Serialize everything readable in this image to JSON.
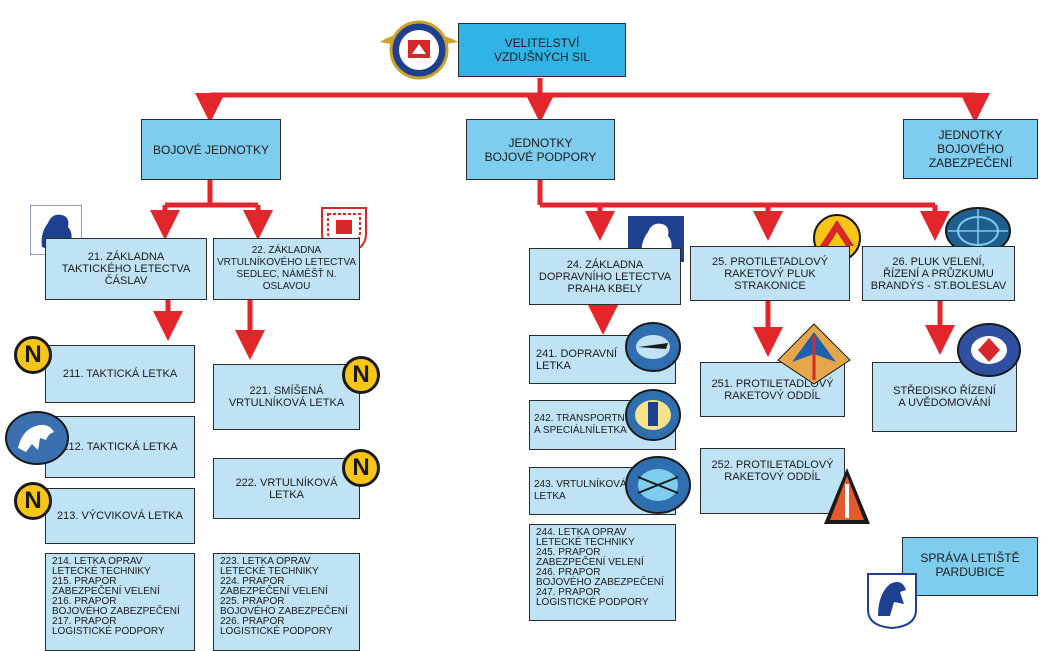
{
  "root": {
    "label": "VELITELSTVÍ\nVZDUŠNÝCH SIL"
  },
  "groups": {
    "combat": "BOJOVÉ JEDNOTKY",
    "support": "JEDNOTKY\nBOJOVÉ PODPORY",
    "service": "JEDNOTKY\nBOJOVÉHO\nZABEZPEČENÍ"
  },
  "units": {
    "u21": "21. ZÁKLADNA\nTAKTICKÉHO LETECTVA\nČÁSLAV",
    "u22": "22. ZÁKLADNA\nVRTULNÍKOVÉHO LETECTVA\nSEDLEC, NÁMĚŠŤ N. OSLAVOU",
    "u24": "24. ZÁKLADNA\nDOPRAVNÍHO LETECTVA\nPRAHA KBELY",
    "u25": "25. PROTILETADLOVÝ\nRAKETOVÝ PLUK\nSTRAKONICE",
    "u26": "26. PLUK VELENÍ,\nŘÍZENÍ A PRŮZKUMU\nBRANDÝS - ST.BOLESLAV"
  },
  "squadrons": {
    "s211": "211. TAKTICKÁ LETKA",
    "s212": "212. TAKTICKÁ LETKA",
    "s213": "213. VÝCVIKOVÁ LETKA",
    "s221": "221. SMÍŠENÁ\nVRTULNÍKOVÁ  LETKA",
    "s222": "222. VRTULNÍKOVÁ\nLETKA",
    "s241": "241. DOPRAVNÍ\nLETKA",
    "s242": "242. TRANSPORTNÍ\nA SPECIÁLNÍLETKA",
    "s243": "243. VRTULNÍKOVÁ\nLETKA",
    "s251": "251. PROTILETADLOVÝ\nRAKETOVÝ ODDÍL",
    "s252": "252. PROTILETADLOVÝ\nRAKETOVÝ ODDÍL",
    "sc26": "STŘEDISKO ŘÍZENÍ\nA UVĚDOMOVÁNÍ",
    "pardubice": "SPRÁVA LETIŠTĚ\nPARDUBICE"
  },
  "support_lists": {
    "l21": "214. LETKA OPRAV\nLETECKÉ TECHNIKY\n215. PRAPOR\nZABEZPEČENÍ VELENÍ\n216. PRAPOR\nBOJOVÉHO ZABEZPEČENÍ\n217. PRAPOR\nLOGISTICKÉ PODPORY",
    "l22": "223. LETKA OPRAV\nLETECKÉ TECHNIKY\n224. PRAPOR\nZABEZPEČENÍ VELENÍ\n225. PRAPOR\nBOJOVÉHO ZABEZPEČENÍ\n226. PRAPOR\nLOGISTICKÉ PODPORY",
    "l24": "244. LETKA OPRAV\nLETECKÉ TECHNIKY\n245. PRAPOR\nZABEZPEČENÍ VELENÍ\n246. PRAPOR\nBOJOVÉHO ZABEZPEČENÍ\n247. PRAPOR\nLOGISTICKÉ PODPORY"
  },
  "badges": {
    "n": "N"
  },
  "colors": {
    "arrow": "#e3262b",
    "box_light": "#bfe3f5",
    "box_dark": "#2fb4e6",
    "badge": "#f6c517"
  }
}
